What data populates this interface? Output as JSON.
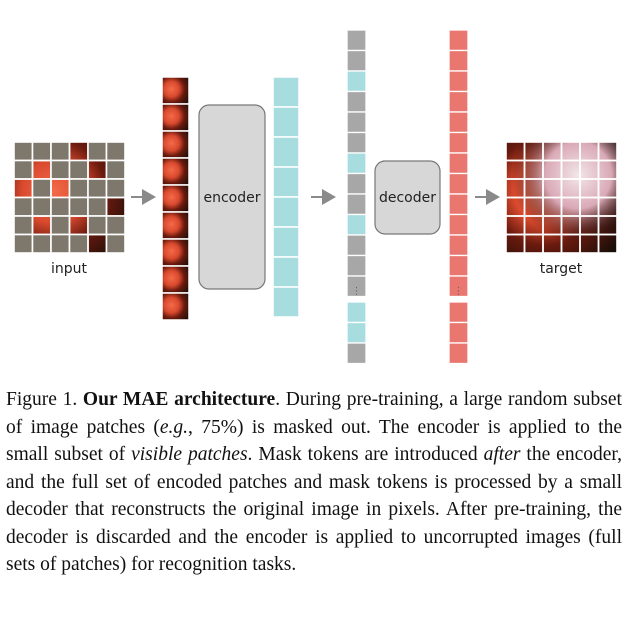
{
  "figure": {
    "labels": {
      "input": "input",
      "encoder": "encoder",
      "decoder": "decoder",
      "target": "target"
    },
    "colors": {
      "mask_gray": "#a7a7a7",
      "encoded_cyan": "#a8dde0",
      "decoded_red": "#e9766f",
      "block_fill": "#d7d7d7",
      "arrow": "#8a8a8a"
    },
    "token_sequence_mid": [
      "gray",
      "gray",
      "cyan",
      "gray",
      "gray",
      "gray",
      "cyan",
      "gray",
      "gray",
      "cyan",
      "gray",
      "gray",
      "gray",
      "cyan",
      "cyan",
      "gray"
    ]
  },
  "caption": {
    "prefix": "Figure 1. ",
    "title": "Our MAE architecture",
    "p1": ". During pre-training, a large random subset of image patches (",
    "eg": "e.g.",
    "p2": ", 75%) is masked out. The encoder is applied to the small subset of ",
    "visible": "visible patches",
    "p3": ". Mask tokens are introduced ",
    "after": "after",
    "p4": " the encoder, and the full set of encoded patches and mask tokens is processed by a small decoder that reconstructs the original image in pixels. After pre-training, the decoder is discarded and the encoder is applied to uncorrupted images (full sets of patches) for recognition tasks."
  }
}
